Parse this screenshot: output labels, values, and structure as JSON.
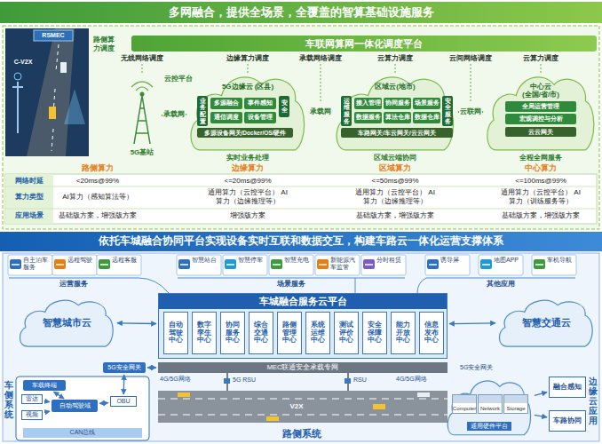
{
  "diagram": {
    "title": "多网融合，提供全场景，全覆盖的智算基础设施服务",
    "nodes": [
      {
        "text": [
          "车联网算网一体化调度平台"
        ]
      },
      {
        "text": [
          "5G基站"
        ]
      },
      {
        "text": [
          "5G边缘云 (区县)"
        ]
      },
      {
        "text": [
          "业务配置"
        ],
        "in": 2
      },
      {
        "text": [
          "多源融合"
        ],
        "in": 2
      },
      {
        "text": [
          "事件感知"
        ],
        "in": 2
      },
      {
        "text": [
          "通信调度"
        ],
        "in": 2
      },
      {
        "text": [
          "设备管理"
        ],
        "in": 2
      },
      {
        "text": [
          "安全"
        ],
        "in": 2
      },
      {
        "text": [
          "多源设备网关/Docker/OS/硬件"
        ],
        "in": 2
      },
      {
        "text": [
          "区域云(地市)"
        ]
      },
      {
        "text": [
          "运维服务"
        ],
        "in": 10
      },
      {
        "text": [
          "接入管理"
        ],
        "in": 10
      },
      {
        "text": [
          "协同服务"
        ],
        "in": 10
      },
      {
        "text": [
          "场景服务"
        ],
        "in": 10
      },
      {
        "text": [
          "数据服务"
        ],
        "in": 10
      },
      {
        "text": [
          "算法仓库"
        ],
        "in": 10
      },
      {
        "text": [
          "数据仓库"
        ],
        "in": 10
      },
      {
        "text": [
          "安全服务"
        ],
        "in": 10
      },
      {
        "text": [
          "车路网关/车云网关/云云网关"
        ],
        "in": 10
      },
      {
        "text": [
          "中心云",
          "(全国/省/市)"
        ]
      },
      {
        "text": [
          "全局运营管理"
        ],
        "in": 20
      },
      {
        "text": [
          "宏观调控与分析"
        ],
        "in": 20
      },
      {
        "text": [
          "云云网关"
        ],
        "in": 20
      },
      {
        "text": [
          "车城融合服务云平台"
        ]
      },
      {
        "text": [
          "自动驾驶中心"
        ],
        "in": 24
      },
      {
        "text": [
          "数字孪生中心"
        ],
        "in": 24
      },
      {
        "text": [
          "协同服务中心"
        ],
        "in": 24
      },
      {
        "text": [
          "综合交通中心"
        ],
        "in": 24
      },
      {
        "text": [
          "路侧管理中心"
        ],
        "in": 24
      },
      {
        "text": [
          "系统运维中心"
        ],
        "in": 24
      },
      {
        "text": [
          "测试评价中心"
        ],
        "in": 24
      },
      {
        "text": [
          "安全保障中心"
        ],
        "in": 24
      },
      {
        "text": [
          "能力开放中心"
        ],
        "in": 24
      },
      {
        "text": [
          "信息发布中心"
        ],
        "in": 24
      },
      {
        "text": [
          "智慧城市云"
        ]
      },
      {
        "text": [
          "智慧交通云"
        ]
      },
      {
        "text": [
          "MEC联通安全承载专网"
        ]
      },
      {
        "text": [
          "车载终端"
        ]
      },
      {
        "text": [
          "雷达"
        ]
      },
      {
        "text": [
          "视频"
        ]
      },
      {
        "text": [
          "自动驾驶域"
        ]
      },
      {
        "text": [
          "OBU"
        ]
      },
      {
        "text": [
          "CAN总线"
        ]
      },
      {
        "text": [
          "5G安全网关"
        ]
      },
      {
        "text": [
          "通用硬件平台"
        ]
      },
      {
        "text": [
          "Computer"
        ],
        "in": 45
      },
      {
        "text": [
          "Network"
        ],
        "in": 45
      },
      {
        "text": [
          "Storage"
        ],
        "in": 45
      },
      {
        "text": [
          "融合感知"
        ]
      },
      {
        "text": [
          "车路协同"
        ]
      }
    ],
    "edges": [
      {
        "from": 1,
        "to": 2,
        "arrow": "both",
        "label": "承载网"
      },
      {
        "from": 2,
        "to": 10,
        "arrow": "both",
        "label": "承载网"
      },
      {
        "from": 10,
        "to": 20,
        "arrow": "both",
        "label": "云联网"
      },
      {
        "from": 35,
        "to": 24,
        "arrow": "both"
      },
      {
        "from": 24,
        "to": 36,
        "arrow": "both"
      },
      {
        "from": 39,
        "to": 41,
        "arrow": "to"
      },
      {
        "from": 40,
        "to": 41,
        "arrow": "to"
      },
      {
        "from": 38,
        "to": 41,
        "arrow": "both"
      },
      {
        "from": 41,
        "to": 42,
        "arrow": "both"
      },
      {
        "from": 42,
        "to": 44,
        "arrow": "both"
      },
      {
        "from": 44,
        "to": 37,
        "arrow": "both"
      },
      {
        "from": 45,
        "to": 49,
        "arrow": "to"
      },
      {
        "from": 45,
        "to": 50,
        "arrow": "to"
      }
    ],
    "labels": [
      "依托车城融合协同平台实现设备实时互联和数据交互，构建车路云一体化运营支撑体系",
      "RSMEC",
      "C-V2X",
      "路侧算力调度",
      "无线网络调度",
      "边缘算力调度",
      "承载网络调度",
      "云算力调度",
      "云间网络调度",
      "云算力调度",
      "云控平台",
      "路侧算力",
      "实时业务处理",
      "边缘算力",
      "区域云端协同",
      "区域算力",
      "全程全网服务",
      "中心算力",
      "网络时延",
      "算力类型",
      "应用场景",
      "<20ms@99%",
      "AI算力（感知算法等）",
      "基础版方案，增强版方案",
      "<=20ms@99%",
      "通用算力（云控平台） AI算力（边缘推理等）",
      "增强版方案",
      "<=50ms@99%",
      "通用算力（云控平台） AI算力（边缘推理等）",
      "基础版方案，增强版方案",
      "<=100ms@99%",
      "通用算力（云控平台） AI算力（训练服务等）",
      "基础版方案，增强版方案",
      "自主泊车服务",
      "远程驾驶",
      "远程客服",
      "智慧站台",
      "智慧停车",
      "智慧充电",
      "新能源汽车监管",
      "分时租赁",
      "诱导屏",
      "地图APP",
      "车机导航",
      "运营服务",
      "场景服务",
      "其他应用",
      "4G/5G网络",
      "5G RSU",
      "RSU",
      "4G/5G网络",
      "5G安全网关",
      "V2X",
      "路侧系统",
      "车侧系统",
      "边缘云应用"
    ]
  }
}
